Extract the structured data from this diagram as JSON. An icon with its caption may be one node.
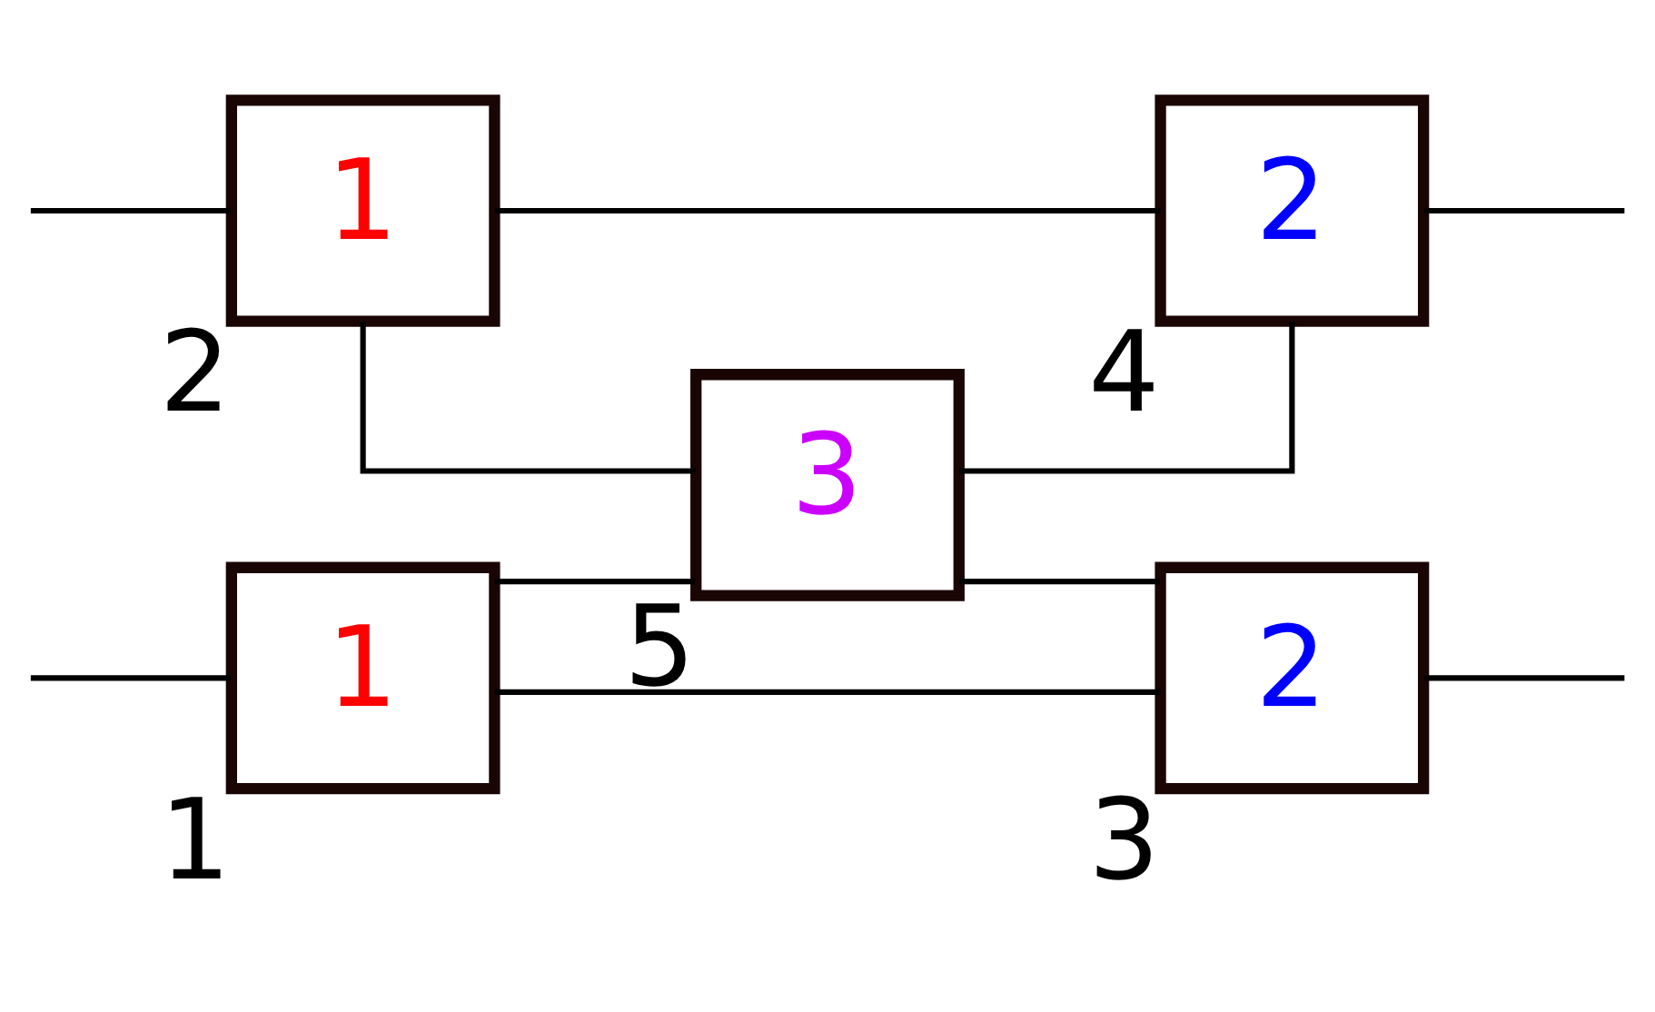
{
  "diagram": {
    "nodes": [
      {
        "text": [
          "1"
        ],
        "beside": [
          "1"
        ]
      },
      {
        "text": [
          "2"
        ],
        "beside": [
          "3"
        ]
      },
      {
        "text": [
          "3"
        ],
        "beside": [
          "5"
        ]
      },
      {
        "text": [
          "1"
        ],
        "beside": [
          "2"
        ]
      },
      {
        "text": [
          "2"
        ],
        "beside": [
          "4"
        ]
      }
    ],
    "edges": [
      {
        "from": null,
        "to": 0,
        "arrow": "none"
      },
      {
        "from": null,
        "to": 3,
        "arrow": "none"
      },
      {
        "from": 0,
        "to": 1,
        "arrow": "none"
      },
      {
        "from": 0,
        "to": 2,
        "arrow": "none"
      },
      {
        "from": 2,
        "to": 1,
        "arrow": "none"
      },
      {
        "from": 3,
        "to": 4,
        "arrow": "none"
      },
      {
        "from": 3,
        "to": 2,
        "arrow": "none"
      },
      {
        "from": 2,
        "to": 4,
        "arrow": "none"
      },
      {
        "from": 1,
        "to": null,
        "arrow": "none"
      },
      {
        "from": 4,
        "to": null,
        "arrow": "none"
      }
    ]
  }
}
